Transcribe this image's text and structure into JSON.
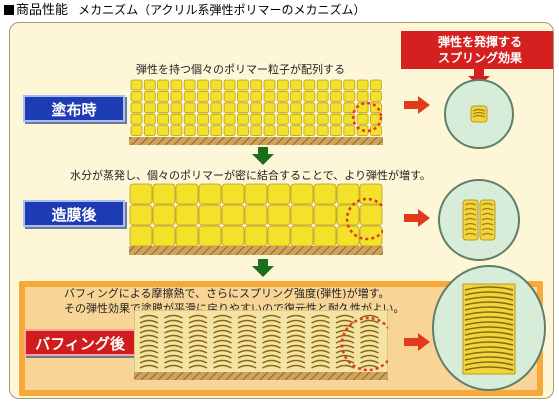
{
  "header": {
    "title": "商品性能",
    "subtitle": "メカニズム（アクリル系弾性ポリマーのメカニズム）"
  },
  "callout": {
    "line1": "弾性を発揮する",
    "line2": "スプリング効果"
  },
  "stages": [
    {
      "label": "塗布時",
      "caption": "弾性を持つ個々のポリマー粒子が配列する"
    },
    {
      "label": "造膜後",
      "caption": "水分が蒸発し、個々のポリマーが密に結合することで、より弾性が増す。"
    },
    {
      "label": "バフィング後",
      "caption_line1": "バフィングによる摩擦熱で、さらにスプリング強度(弾性)が増す。",
      "caption_line2": "その弾性効果で塗膜が平滑に戻りやすいので復元性と耐久性がよい。"
    }
  ],
  "colors": {
    "label_blue": "#1d3bb3",
    "label_red": "#d01c1c",
    "arrow_red": "#e23a1f",
    "arrow_green": "#1b6e1b",
    "particle": "#f3e12a",
    "panel_orange": "#f6a938"
  }
}
